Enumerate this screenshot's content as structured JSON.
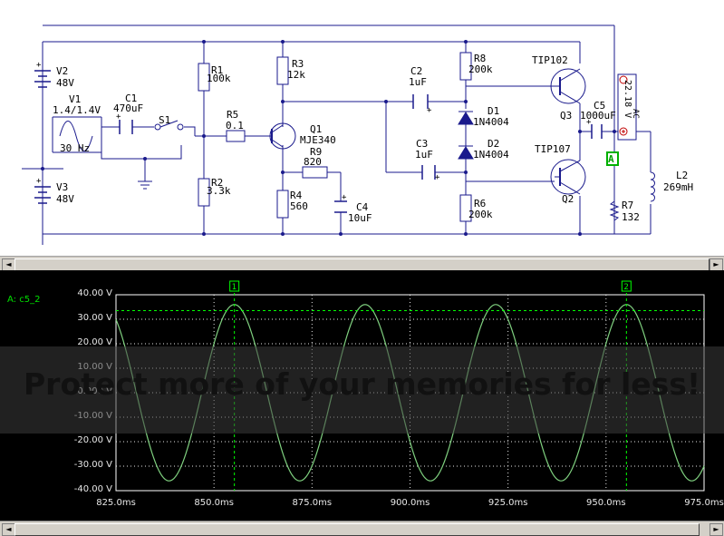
{
  "schematic": {
    "v2": {
      "name": "V2",
      "value": "48V"
    },
    "v1": {
      "name": "V1",
      "value": "1.4/1.4V",
      "freq": "30 Hz"
    },
    "v3": {
      "name": "V3",
      "value": "48V"
    },
    "c1": {
      "name": "C1",
      "value": "470uF"
    },
    "s1": {
      "name": "S1"
    },
    "r1": {
      "name": "R1",
      "value": "100k"
    },
    "r2": {
      "name": "R2",
      "value": "3.3k"
    },
    "r5": {
      "name": "R5",
      "value": "0.1"
    },
    "r3": {
      "name": "R3",
      "value": "12k"
    },
    "q1": {
      "name": "Q1",
      "value": "MJE340"
    },
    "r9": {
      "name": "R9",
      "value": "820"
    },
    "r4": {
      "name": "R4",
      "value": "560"
    },
    "c4": {
      "name": "C4",
      "value": "10uF"
    },
    "c2": {
      "name": "C2",
      "value": "1uF"
    },
    "c3": {
      "name": "C3",
      "value": "1uF"
    },
    "r8": {
      "name": "R8",
      "value": "200k"
    },
    "d1": {
      "name": "D1",
      "value": "1N4004"
    },
    "d2": {
      "name": "D2",
      "value": "1N4004"
    },
    "r6": {
      "name": "R6",
      "value": "200k"
    },
    "q3": {
      "name": "Q3",
      "value": "TIP102"
    },
    "q2": {
      "name": "Q2",
      "value": "TIP107"
    },
    "c5": {
      "name": "C5",
      "value": "1000uF"
    },
    "r7": {
      "name": "R7",
      "value": "132"
    },
    "l2": {
      "name": "L2",
      "value": "269mH"
    },
    "meter": {
      "reading": "22.18 V",
      "mode": "AC",
      "sign": "+"
    },
    "probe": {
      "label": "A"
    }
  },
  "scope": {
    "channel_label": "A: c5_2",
    "cursor1": "1",
    "cursor2": "2",
    "y_ticks": [
      "40.00 V",
      "30.00 V",
      "20.00 V",
      "10.00 V",
      "0.000 V",
      "-10.00 V",
      "-20.00 V",
      "-30.00 V",
      "-40.00 V"
    ],
    "x_ticks": [
      "825.0ms",
      "850.0ms",
      "875.0ms",
      "900.0ms",
      "925.0ms",
      "950.0ms",
      "975.0ms"
    ],
    "trace_color": "#7fd07f",
    "grid_color": "#ffffff",
    "cursor_color": "#00ff00"
  },
  "chart_data": {
    "type": "line",
    "title": "",
    "xlabel": "",
    "ylabel": "",
    "x_unit": "ms",
    "y_unit": "V",
    "xlim": [
      825,
      975
    ],
    "ylim": [
      -40,
      40
    ],
    "grid": true,
    "series": [
      {
        "name": "A: c5_2",
        "amplitude": 36,
        "frequency_hz": 30,
        "phase_peak_ms": 855.2
      }
    ],
    "cursors": [
      {
        "label": "1",
        "x": 855.2
      },
      {
        "label": "2",
        "x": 955.2
      },
      {
        "label": "horizontal",
        "y": 33.5
      }
    ]
  },
  "banner": {
    "text": "Protect more of your memories for less!"
  },
  "scrollbar": {
    "left_arrow": "◄",
    "right_arrow": "►"
  }
}
